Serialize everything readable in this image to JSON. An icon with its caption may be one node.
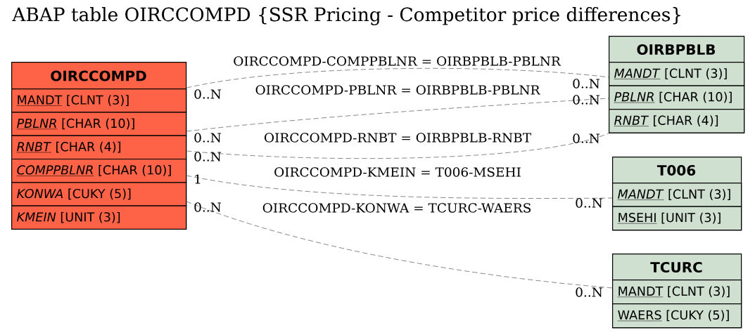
{
  "diagram": {
    "title": "ABAP table OIRCCOMPD {SSR Pricing - Competitor price differences}",
    "nodes": [
      {
        "text": [
          "OIRCCOMPD"
        ]
      },
      {
        "text": [
          "MANDT [CLNT (3)]"
        ],
        "in": 0
      },
      {
        "text": [
          "*PBLNR* [CHAR (10)]"
        ],
        "in": 0
      },
      {
        "text": [
          "*RNBT* [CHAR (4)]"
        ],
        "in": 0
      },
      {
        "text": [
          "*COMPPBLNR* [CHAR (10)]"
        ],
        "in": 0
      },
      {
        "text": [
          "*KONWA* [CUKY (5)]"
        ],
        "in": 0
      },
      {
        "text": [
          "*KMEIN* [UNIT (3)]"
        ],
        "in": 0
      },
      {
        "text": [
          "OIRBPBLB"
        ]
      },
      {
        "text": [
          "*MANDT* [CLNT (3)]"
        ],
        "in": 7
      },
      {
        "text": [
          "*PBLNR* [CHAR (10)]"
        ],
        "in": 7
      },
      {
        "text": [
          "*RNBT* [CHAR (4)]"
        ],
        "in": 7
      },
      {
        "text": [
          "T006"
        ]
      },
      {
        "text": [
          "*MANDT* [CLNT (3)]"
        ],
        "in": 11
      },
      {
        "text": [
          "MSEHI [UNIT (3)]"
        ],
        "in": 11
      },
      {
        "text": [
          "TCURC"
        ]
      },
      {
        "text": [
          "MANDT [CLNT (3)]"
        ],
        "in": 14
      },
      {
        "text": [
          "WAERS [CUKY (5)]"
        ],
        "in": 14
      }
    ],
    "edges": [
      {
        "from": 0,
        "to": 7,
        "arrow": "none",
        "label": "OIRCCOMPD-COMPPBLNR = OIRBPBLB-PBLNR",
        "style": "dashed"
      },
      {
        "from": 0,
        "to": 7,
        "arrow": "none",
        "label": "OIRCCOMPD-PBLNR = OIRBPBLB-PBLNR",
        "style": "dashed"
      },
      {
        "from": 0,
        "to": 7,
        "arrow": "none",
        "label": "OIRCCOMPD-RNBT = OIRBPBLB-RNBT",
        "style": "dashed"
      },
      {
        "from": 0,
        "to": 11,
        "arrow": "none",
        "label": "OIRCCOMPD-KMEIN = T006-MSEHI",
        "style": "dashed"
      },
      {
        "from": 0,
        "to": 14,
        "arrow": "none",
        "label": "OIRCCOMPD-KONWA = TCURC-WAERS",
        "style": "dashed"
      }
    ],
    "labels": [
      "0..N",
      "0..N",
      "0..N",
      "0..N",
      "0..N",
      "0..N",
      "1",
      "0..N",
      "0..N",
      "0..N"
    ]
  }
}
